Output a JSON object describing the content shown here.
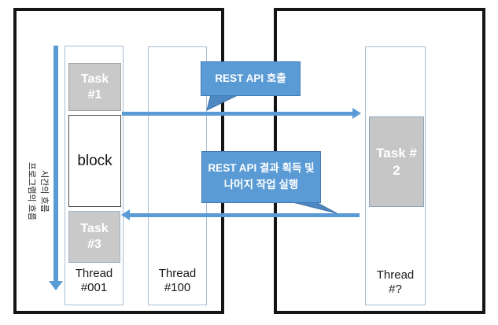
{
  "diagram": {
    "time_axis": {
      "label": "시간의 흐름\n프로그램의 흐름"
    },
    "left_frame": {
      "thread_001": {
        "label": "Thread\n#001",
        "tasks": {
          "task1": "Task\n#1",
          "block": "block",
          "task3": "Task\n#3"
        }
      },
      "thread_100": {
        "label": "Thread\n#100"
      }
    },
    "right_frame": {
      "thread_unknown": {
        "label": "Thread\n#?",
        "tasks": {
          "task2": "Task #\n2"
        }
      }
    },
    "callouts": {
      "rest_api_call": "REST API 호출",
      "rest_api_result": "REST API 결과 획득 및\n나머지 작업 실행"
    },
    "colors": {
      "arrow_blue": "#5b9bd5",
      "callout_fill": "#5b9bd5",
      "callout_border": "#417bb5",
      "callout_tail": "#4e88c2",
      "task_fill": "#c9c9c9",
      "task_text": "#ffffff",
      "frame_border": "#151515",
      "thread_column_border": "#a9bed2"
    }
  }
}
